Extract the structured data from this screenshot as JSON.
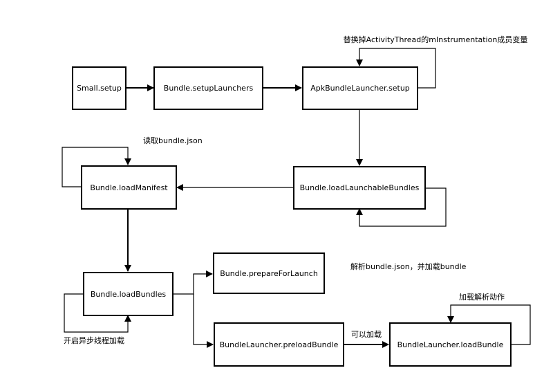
{
  "nodes": {
    "small_setup": "Small.setup",
    "setup_launchers": "Bundle.setupLaunchers",
    "apk_setup": "ApkBundleLauncher.setup",
    "load_manifest": "Bundle.loadManifest",
    "load_launchable": "Bundle.loadLaunchableBundles",
    "load_bundles": "Bundle.loadBundles",
    "prepare_launch": "Bundle.prepareForLaunch",
    "preload_bundle": "BundleLauncher.preloadBundle",
    "load_bundle": "BundleLauncher.loadBundle"
  },
  "annotations": {
    "replace_instrumentation": "替换掉ActivityThread的mInstrumentation成员变量",
    "read_json": "读取bundle.json",
    "parse_json": "解析bundle.json，并加载bundle",
    "async_thread": "开启异步线程加载",
    "can_load": "可以加载",
    "parse_action": "加载解析动作"
  }
}
